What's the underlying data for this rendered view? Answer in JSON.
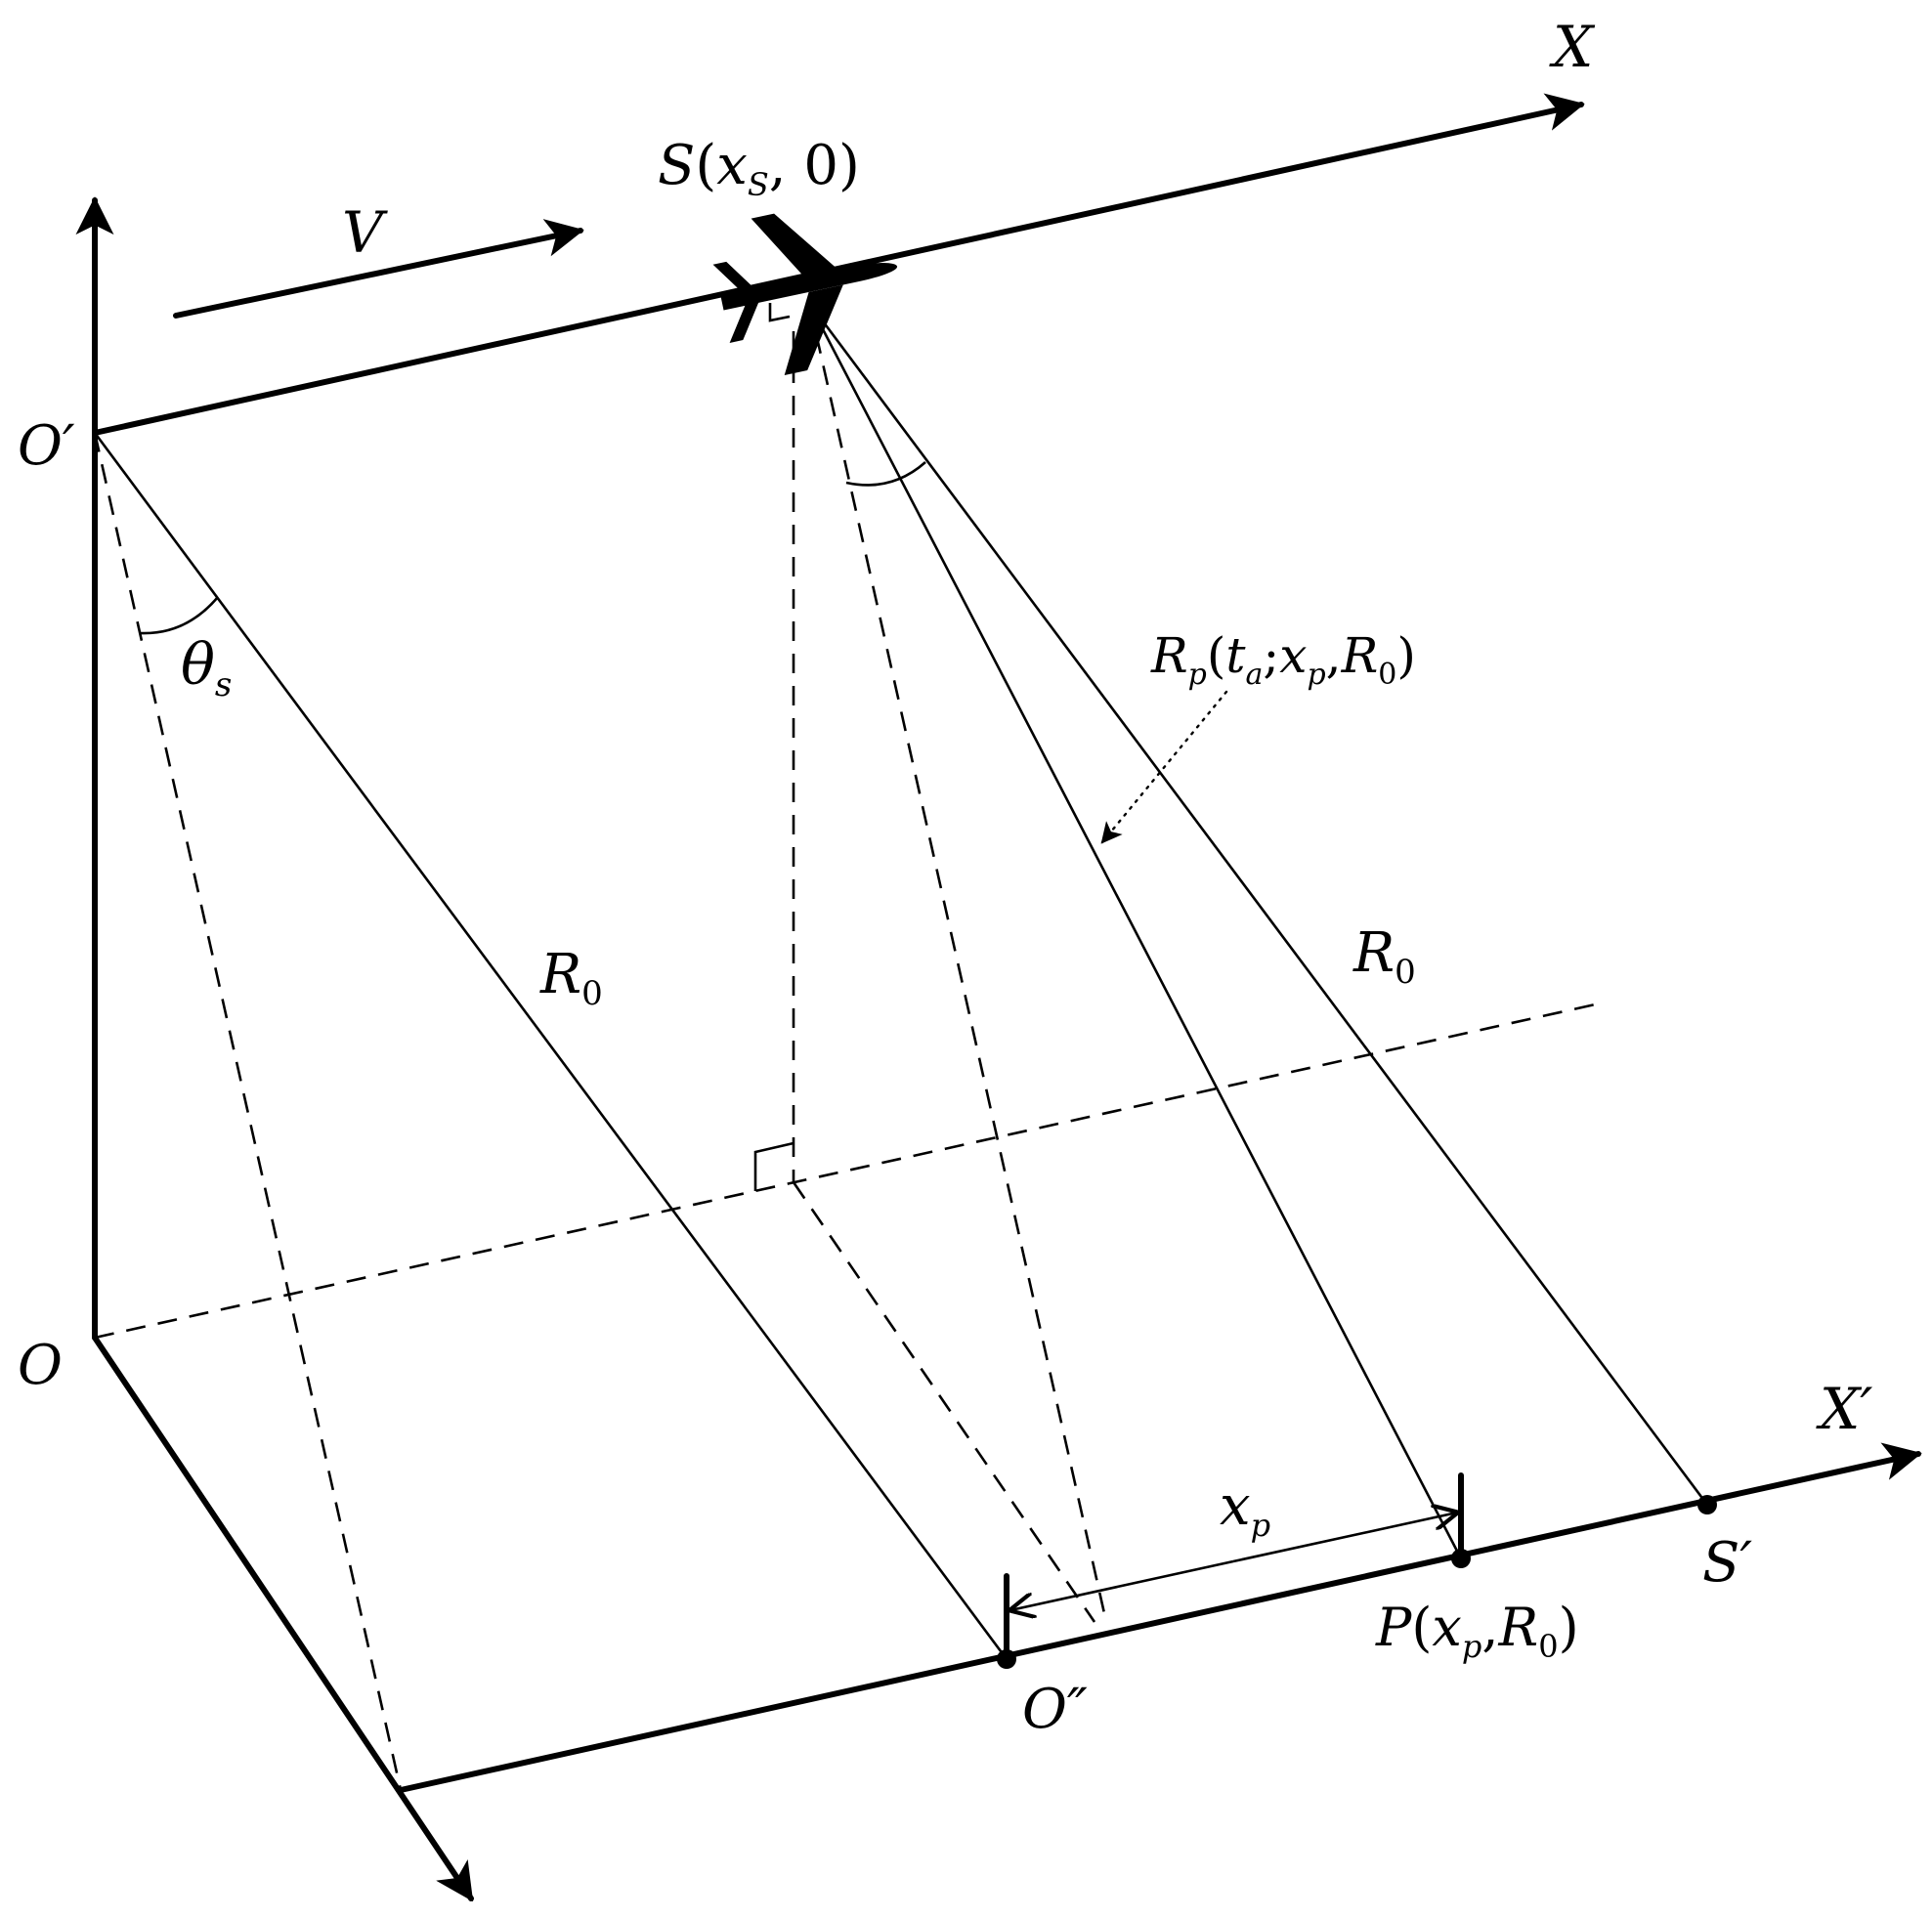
{
  "labels": {
    "x_axis": "X",
    "x_prime_axis": "X′",
    "velocity": "V",
    "sensor": {
      "main": "S",
      "open": "(",
      "x": "x",
      "sub": "S",
      "rest": ", 0)"
    },
    "origin_prime": "O′",
    "origin": "O",
    "origin_double_prime": "O″",
    "theta": {
      "main": "θ",
      "sub": "s"
    },
    "range_left": {
      "main": "R",
      "sub": "0"
    },
    "range_right": {
      "main": "R",
      "sub": "0"
    },
    "rp": {
      "main": "R",
      "main_sub": "p",
      "open": "(",
      "t": "t",
      "t_sub": "a",
      "semi": ";",
      "x": "x",
      "x_sub": "p",
      "comma": ",",
      "r": "R",
      "r_sub": "0",
      "close": ")"
    },
    "xp": {
      "main": "x",
      "sub": "p"
    },
    "point_p": {
      "main": "P",
      "open": "(",
      "x": "x",
      "x_sub": "p",
      "comma": ",",
      "r": "R",
      "r_sub": "0",
      "close": ")"
    },
    "s_prime": "S′"
  },
  "icons": {
    "aircraft": "airplane-icon"
  }
}
